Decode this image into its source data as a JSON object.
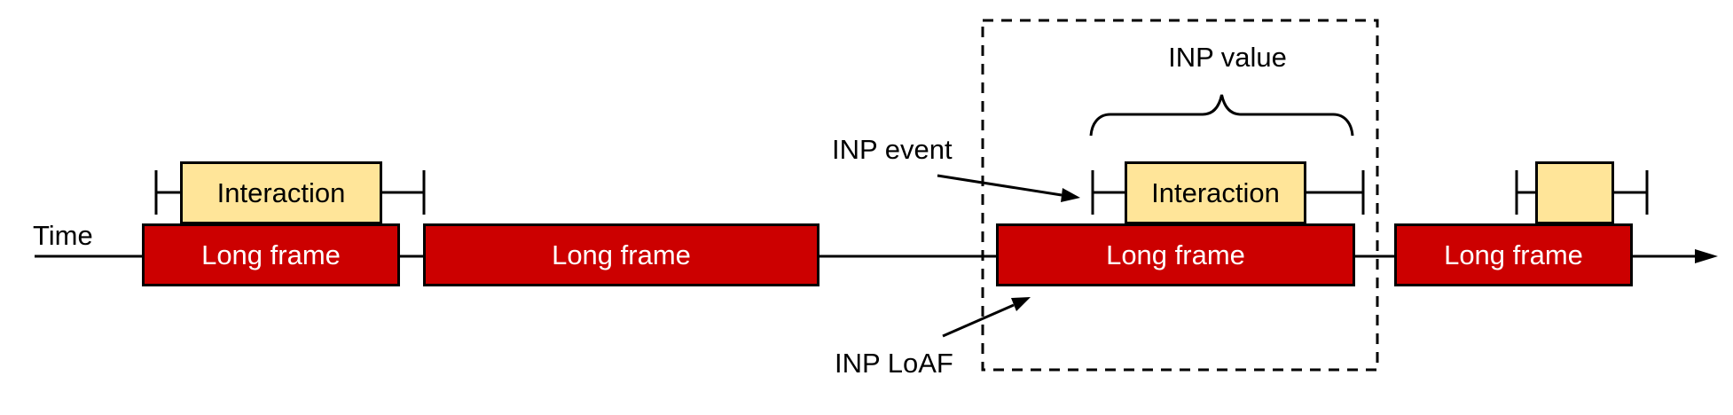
{
  "diagram_type": "timeline",
  "timeline": {
    "label": "Time"
  },
  "frames": [
    {
      "label": "Long frame"
    },
    {
      "label": "Long frame"
    },
    {
      "label": "Long frame"
    },
    {
      "label": "Long frame"
    }
  ],
  "interactions": [
    {
      "label": "Interaction"
    },
    {
      "label": "Interaction"
    },
    {
      "label": ""
    }
  ],
  "annotations": {
    "inp_value": "INP value",
    "inp_event": "INP event",
    "inp_loaf": "INP LoAF"
  },
  "colors": {
    "long_frame_fill": "#cc0000",
    "long_frame_text": "#ffffff",
    "interaction_fill": "#ffe599",
    "stroke_color": "#000000",
    "label_color": "#000000"
  }
}
